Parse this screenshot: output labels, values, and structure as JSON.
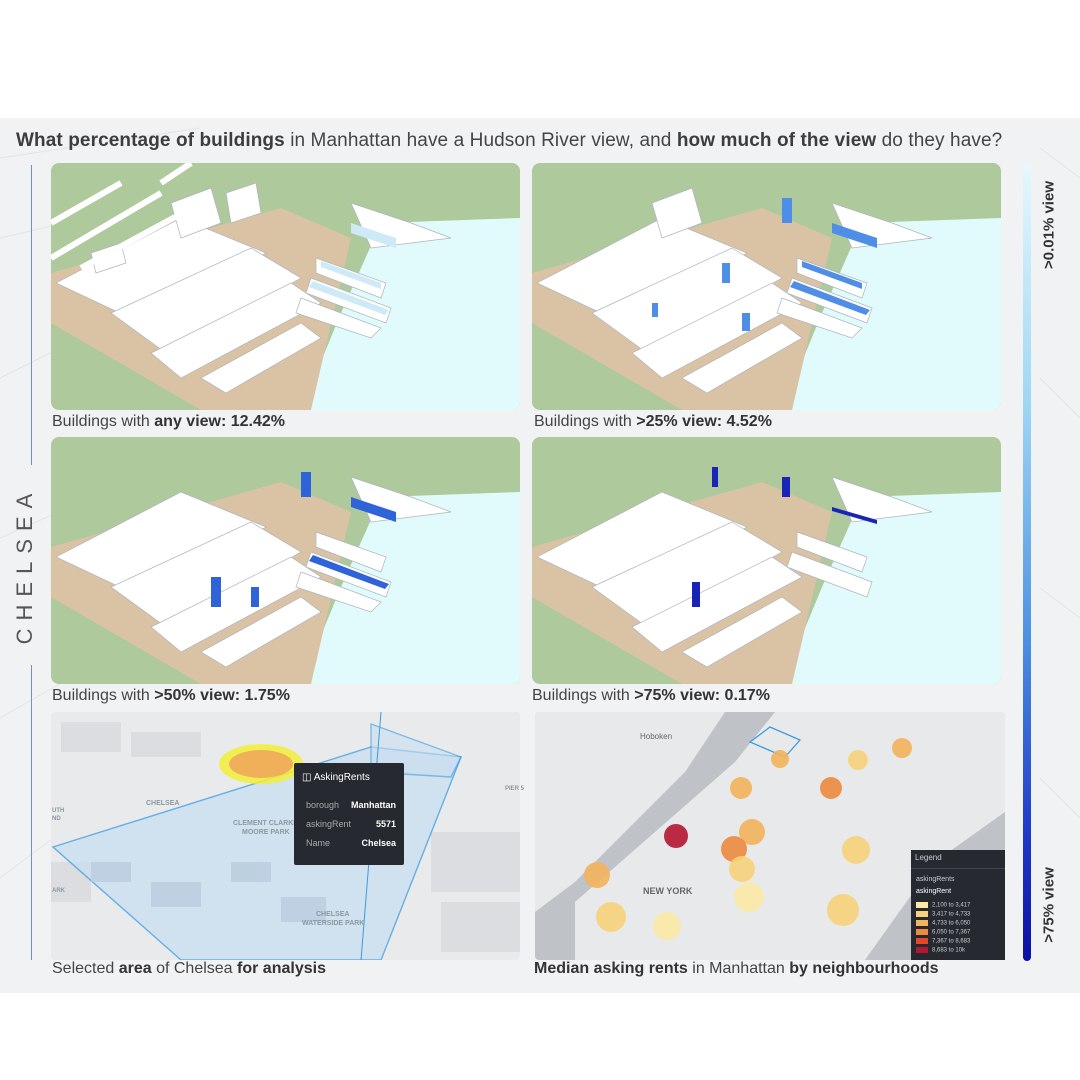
{
  "title": {
    "part1": "What percentage of buildings",
    "part2": " in Manhattan have a Hudson River view, and ",
    "part3": "how much of the view",
    "part4": " do they have?"
  },
  "side_label": "CHELSEA",
  "scale": {
    "top_label": ">0.01% view",
    "bottom_label": ">75% view",
    "top_color": "#e6f8fd",
    "bottom_color": "#0c0fa3"
  },
  "panels": [
    {
      "prefix": "Buildings with ",
      "bold": "any view: 12.42%",
      "view_pct": 12.42
    },
    {
      "prefix": "Buildings with ",
      "bold": ">25% view: 4.52%",
      "view_pct": 4.52
    },
    {
      "prefix": "Buildings with ",
      "bold": ">50% view: 1.75%",
      "view_pct": 1.75
    },
    {
      "prefix": "Buildings with ",
      "bold": ">75% view: 0.17%",
      "view_pct": 0.17
    }
  ],
  "map_left": {
    "caption_a": "Selected ",
    "caption_b": "area",
    "caption_c": " of Chelsea ",
    "caption_d": "for analysis",
    "labels": {
      "chelsea": "CHELSEA",
      "park1": "CLEMENT CLARKE",
      "park2": "MOORE PARK",
      "wpark1": "CHELSEA",
      "wpark2": "WATERSIDE PARK",
      "pier": "PIER 5",
      "south": "UTH",
      "south2": "ND",
      "park_left": "ARK"
    },
    "popup": {
      "title": "AskingRents",
      "rows": [
        {
          "key": "borough",
          "value": "Manhattan"
        },
        {
          "key": "askingRent",
          "value": "5571"
        },
        {
          "key": "Name",
          "value": "Chelsea"
        }
      ]
    }
  },
  "map_right": {
    "caption_a": "Median asking rents",
    "caption_b": " in Manhattan ",
    "caption_c": "by neighbourhoods",
    "labels": {
      "hoboken": "Hoboken",
      "newyork": "NEW YORK"
    },
    "legend": {
      "title": "Legend",
      "layer": "askingRents",
      "field": "askingRent",
      "items": [
        {
          "label": "2,100 to 3,417",
          "color": "#fbe9a6"
        },
        {
          "label": "3,417 to 4,733",
          "color": "#f6d37a"
        },
        {
          "label": "4,733 to 6,050",
          "color": "#f3b25c"
        },
        {
          "label": "6,050 to 7,367",
          "color": "#ec8a3f"
        },
        {
          "label": "7,367 to 8,683",
          "color": "#df4b2a"
        },
        {
          "label": "8,683 to 10k",
          "color": "#b51631"
        }
      ]
    }
  }
}
